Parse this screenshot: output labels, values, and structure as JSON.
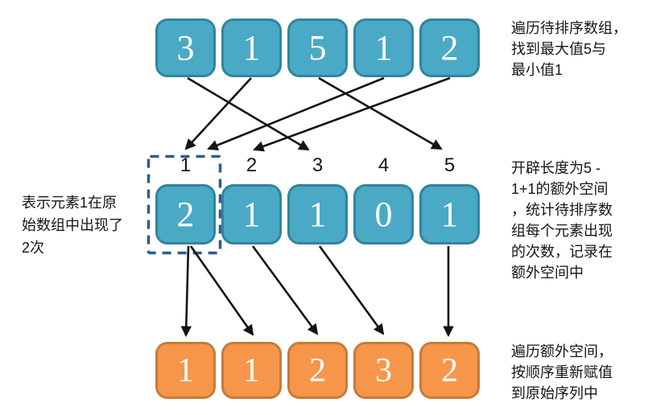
{
  "source_array": {
    "values": [
      "3",
      "1",
      "5",
      "1",
      "2"
    ]
  },
  "count_array": {
    "indices": [
      "1",
      "2",
      "3",
      "4",
      "5"
    ],
    "values": [
      "2",
      "1",
      "1",
      "0",
      "1"
    ]
  },
  "result_array": {
    "values": [
      "1",
      "1",
      "2",
      "3",
      "2"
    ]
  },
  "annotations": {
    "left": {
      "lines": [
        "表示元素1在原",
        "始数组中出现了",
        "2次"
      ]
    },
    "top_right": {
      "lines": [
        "遍历待排序数组，",
        "找到最大值5与",
        "最小值1"
      ]
    },
    "middle_right": {
      "lines": [
        "开辟长度为5 -",
        "1+1的额外空间",
        "，统计待排序数",
        "组每个元素出现",
        "的次数，记录在",
        "额外空间中"
      ]
    },
    "bottom_right": {
      "lines": [
        "遍历额外空间，",
        "按顺序重新赋值",
        "到原始序列中"
      ]
    }
  },
  "colors": {
    "teal_fill": "#4AA9C4",
    "teal_border": "#31859C",
    "orange_fill": "#F6964B",
    "orange_border": "#C87A37",
    "dashed_box": "#2E5C8A",
    "arrow": "#141414",
    "box_text": "#FFFFFF",
    "note_text": "#161616"
  }
}
